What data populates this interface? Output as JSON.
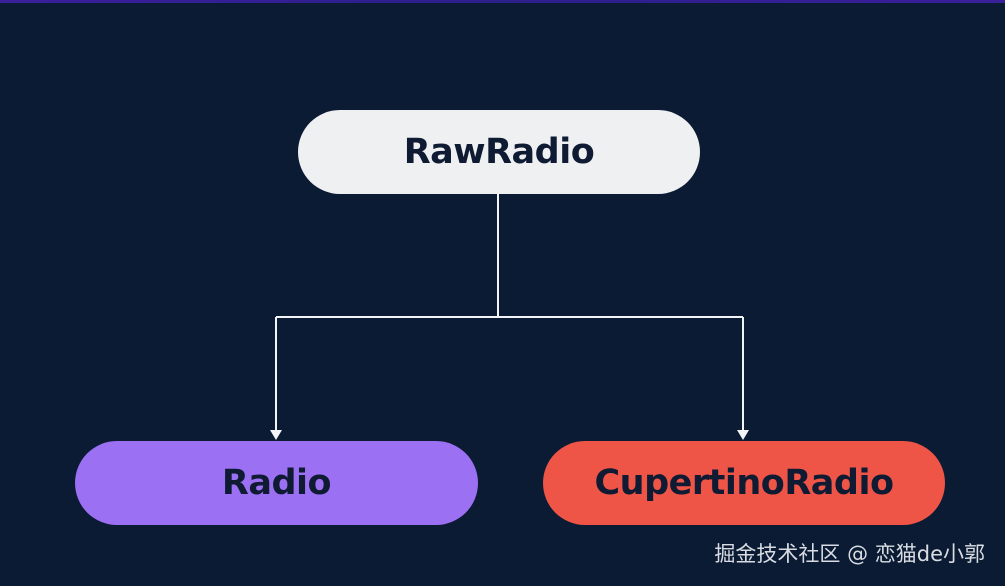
{
  "diagram": {
    "type": "hierarchy",
    "nodes": [
      {
        "id": "root",
        "label": "RawRadio",
        "color": "#eef0f2"
      },
      {
        "id": "left",
        "label": "Radio",
        "color": "#9c70f2"
      },
      {
        "id": "right",
        "label": "CupertinoRadio",
        "color": "#ef5547"
      }
    ],
    "edges": [
      {
        "from": "RawRadio",
        "to": "Radio"
      },
      {
        "from": "RawRadio",
        "to": "CupertinoRadio"
      }
    ],
    "background": "#0a1b33",
    "text_color": "#0f1a33",
    "edge_color": "#f2f4f7"
  },
  "watermark": "掘金技术社区 @ 恋猫de小郭"
}
